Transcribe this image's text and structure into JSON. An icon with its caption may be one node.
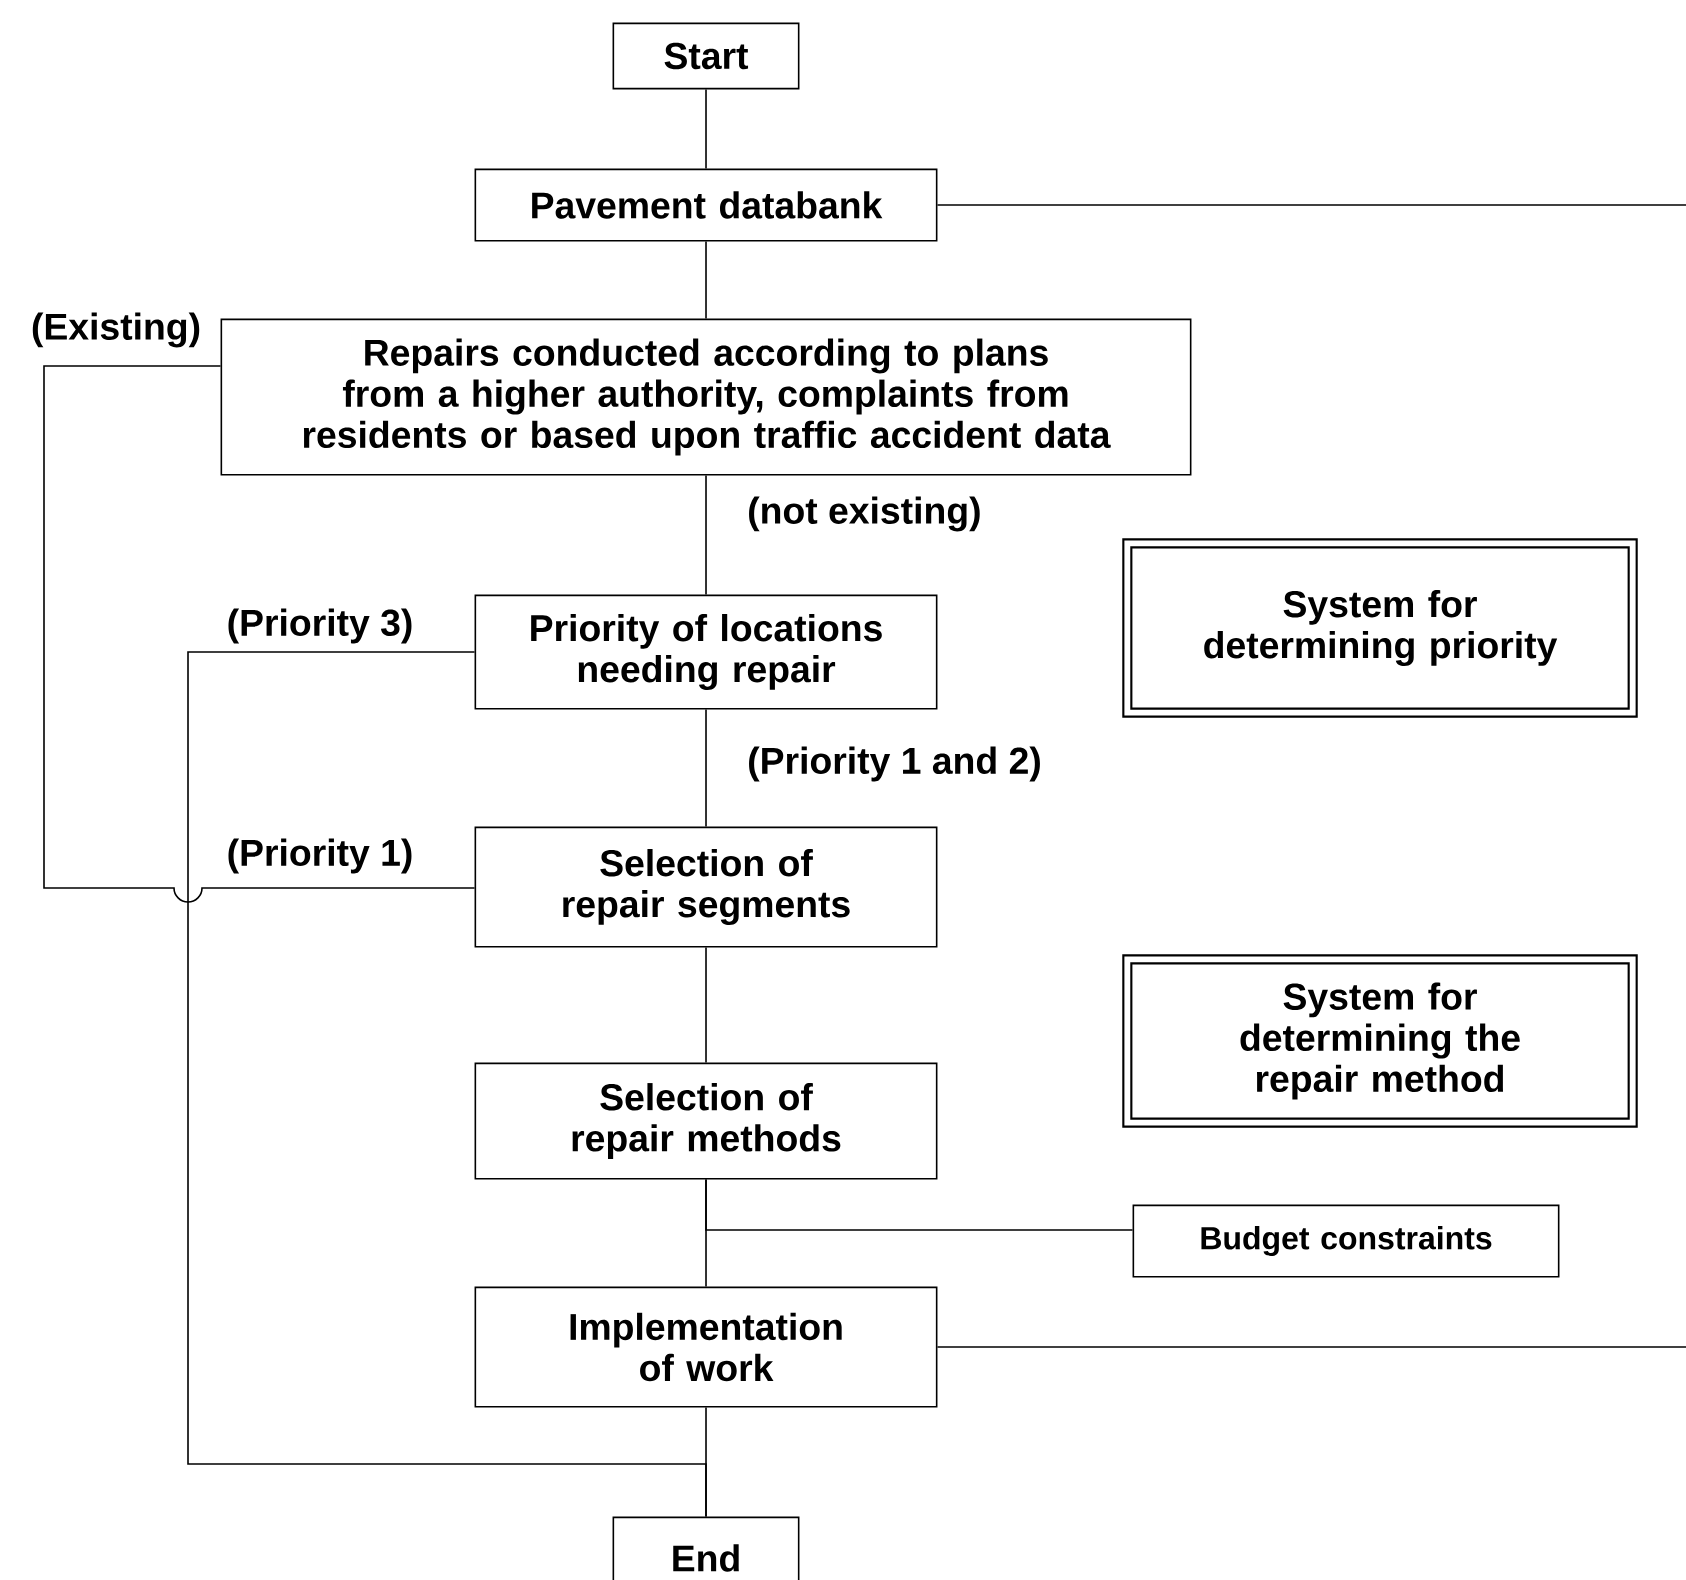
{
  "diagram": {
    "nodes": [
      {
        "text": [
          "Start"
        ]
      },
      {
        "text": [
          "Pavement databank"
        ]
      },
      {
        "text": [
          "Repairs conducted according to plans from a higher authority, complaints from residents or based upon traffic accident data"
        ]
      },
      {
        "text": [
          "Priority of locations needing repair"
        ]
      },
      {
        "text": [
          "System for determining priority"
        ]
      },
      {
        "text": [
          "Selection of repair segments"
        ]
      },
      {
        "text": [
          "System for determining the repair method"
        ]
      },
      {
        "text": [
          "Selection of repair methods"
        ]
      },
      {
        "text": [
          "Budget constraints"
        ]
      },
      {
        "text": [
          "Implementation of work"
        ]
      },
      {
        "text": [
          "End"
        ]
      }
    ],
    "edges": [
      {
        "from": 0,
        "to": 1,
        "arrow": "none"
      },
      {
        "from": 1,
        "to": 2,
        "arrow": "none"
      },
      {
        "from": 2,
        "to": 3,
        "arrow": "none",
        "label": "(not existing)"
      },
      {
        "from": 3,
        "to": 5,
        "arrow": "none",
        "label": "(Priority 1 and 2)"
      },
      {
        "from": 5,
        "to": 7,
        "arrow": "none"
      },
      {
        "from": 7,
        "to": 9,
        "arrow": "none"
      },
      {
        "from": 9,
        "to": 10,
        "arrow": "none"
      },
      {
        "from": 2,
        "to": 5,
        "arrow": "none",
        "label": "(Existing)"
      },
      {
        "from": 3,
        "to": 10,
        "arrow": "none",
        "label": "(Priority 3)"
      },
      {
        "from": 7,
        "to": 8,
        "arrow": "none"
      },
      {
        "from": 1,
        "to": null,
        "arrow": "none"
      },
      {
        "from": 9,
        "to": null,
        "arrow": "none"
      }
    ],
    "labels": [
      "(Priority 1)"
    ]
  }
}
